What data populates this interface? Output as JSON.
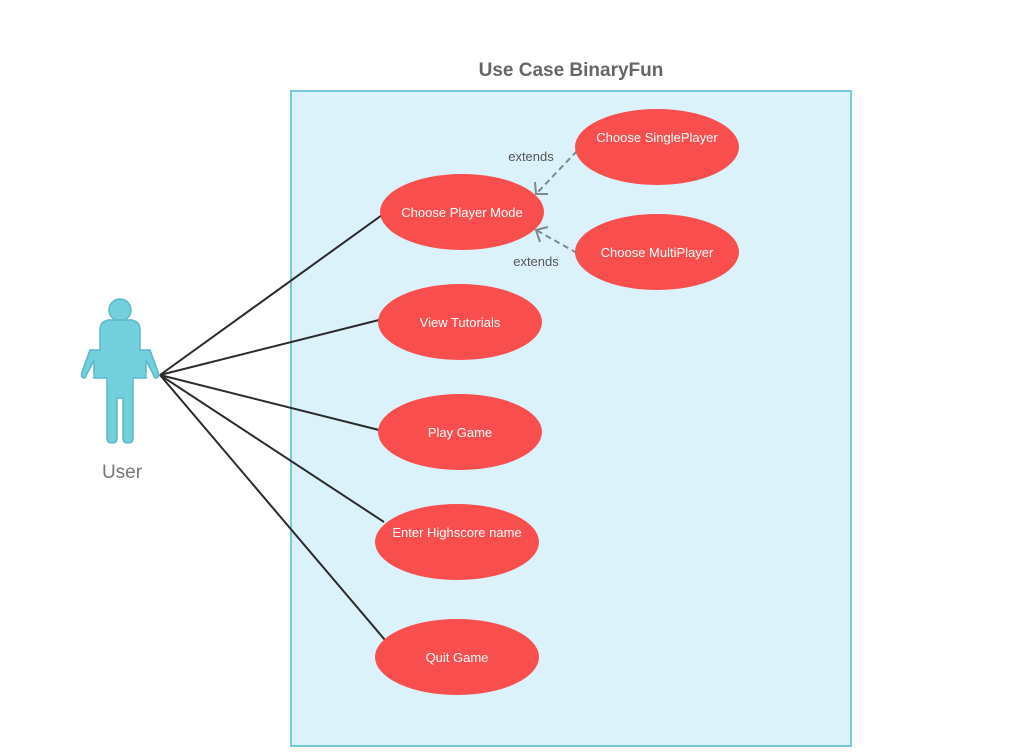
{
  "diagram": {
    "title": "Use Case BinaryFun",
    "actor": {
      "label": "User"
    },
    "use_cases": [
      {
        "id": "choose-player-mode",
        "label": "Choose Player Mode"
      },
      {
        "id": "choose-singleplayer",
        "label": "Choose SinglePlayer"
      },
      {
        "id": "choose-multiplayer",
        "label": "Choose MultiPlayer"
      },
      {
        "id": "view-tutorials",
        "label": "View Tutorials"
      },
      {
        "id": "play-game",
        "label": "Play Game"
      },
      {
        "id": "enter-highscore-name",
        "label": "Enter Highscore name"
      },
      {
        "id": "quit-game",
        "label": "Quit Game"
      }
    ],
    "relations": [
      {
        "from": "choose-singleplayer",
        "to": "choose-player-mode",
        "label": "extends"
      },
      {
        "from": "choose-multiplayer",
        "to": "choose-player-mode",
        "label": "extends"
      }
    ],
    "colors": {
      "system_fill": "#dbf2fb",
      "system_border": "#78cbda",
      "use_case_fill": "#f84e4e",
      "actor_fill": "#74cfdd",
      "actor_stroke": "#5ab8c8",
      "association_line": "#2a2a2a",
      "extend_line": "#7a8a8e"
    }
  }
}
